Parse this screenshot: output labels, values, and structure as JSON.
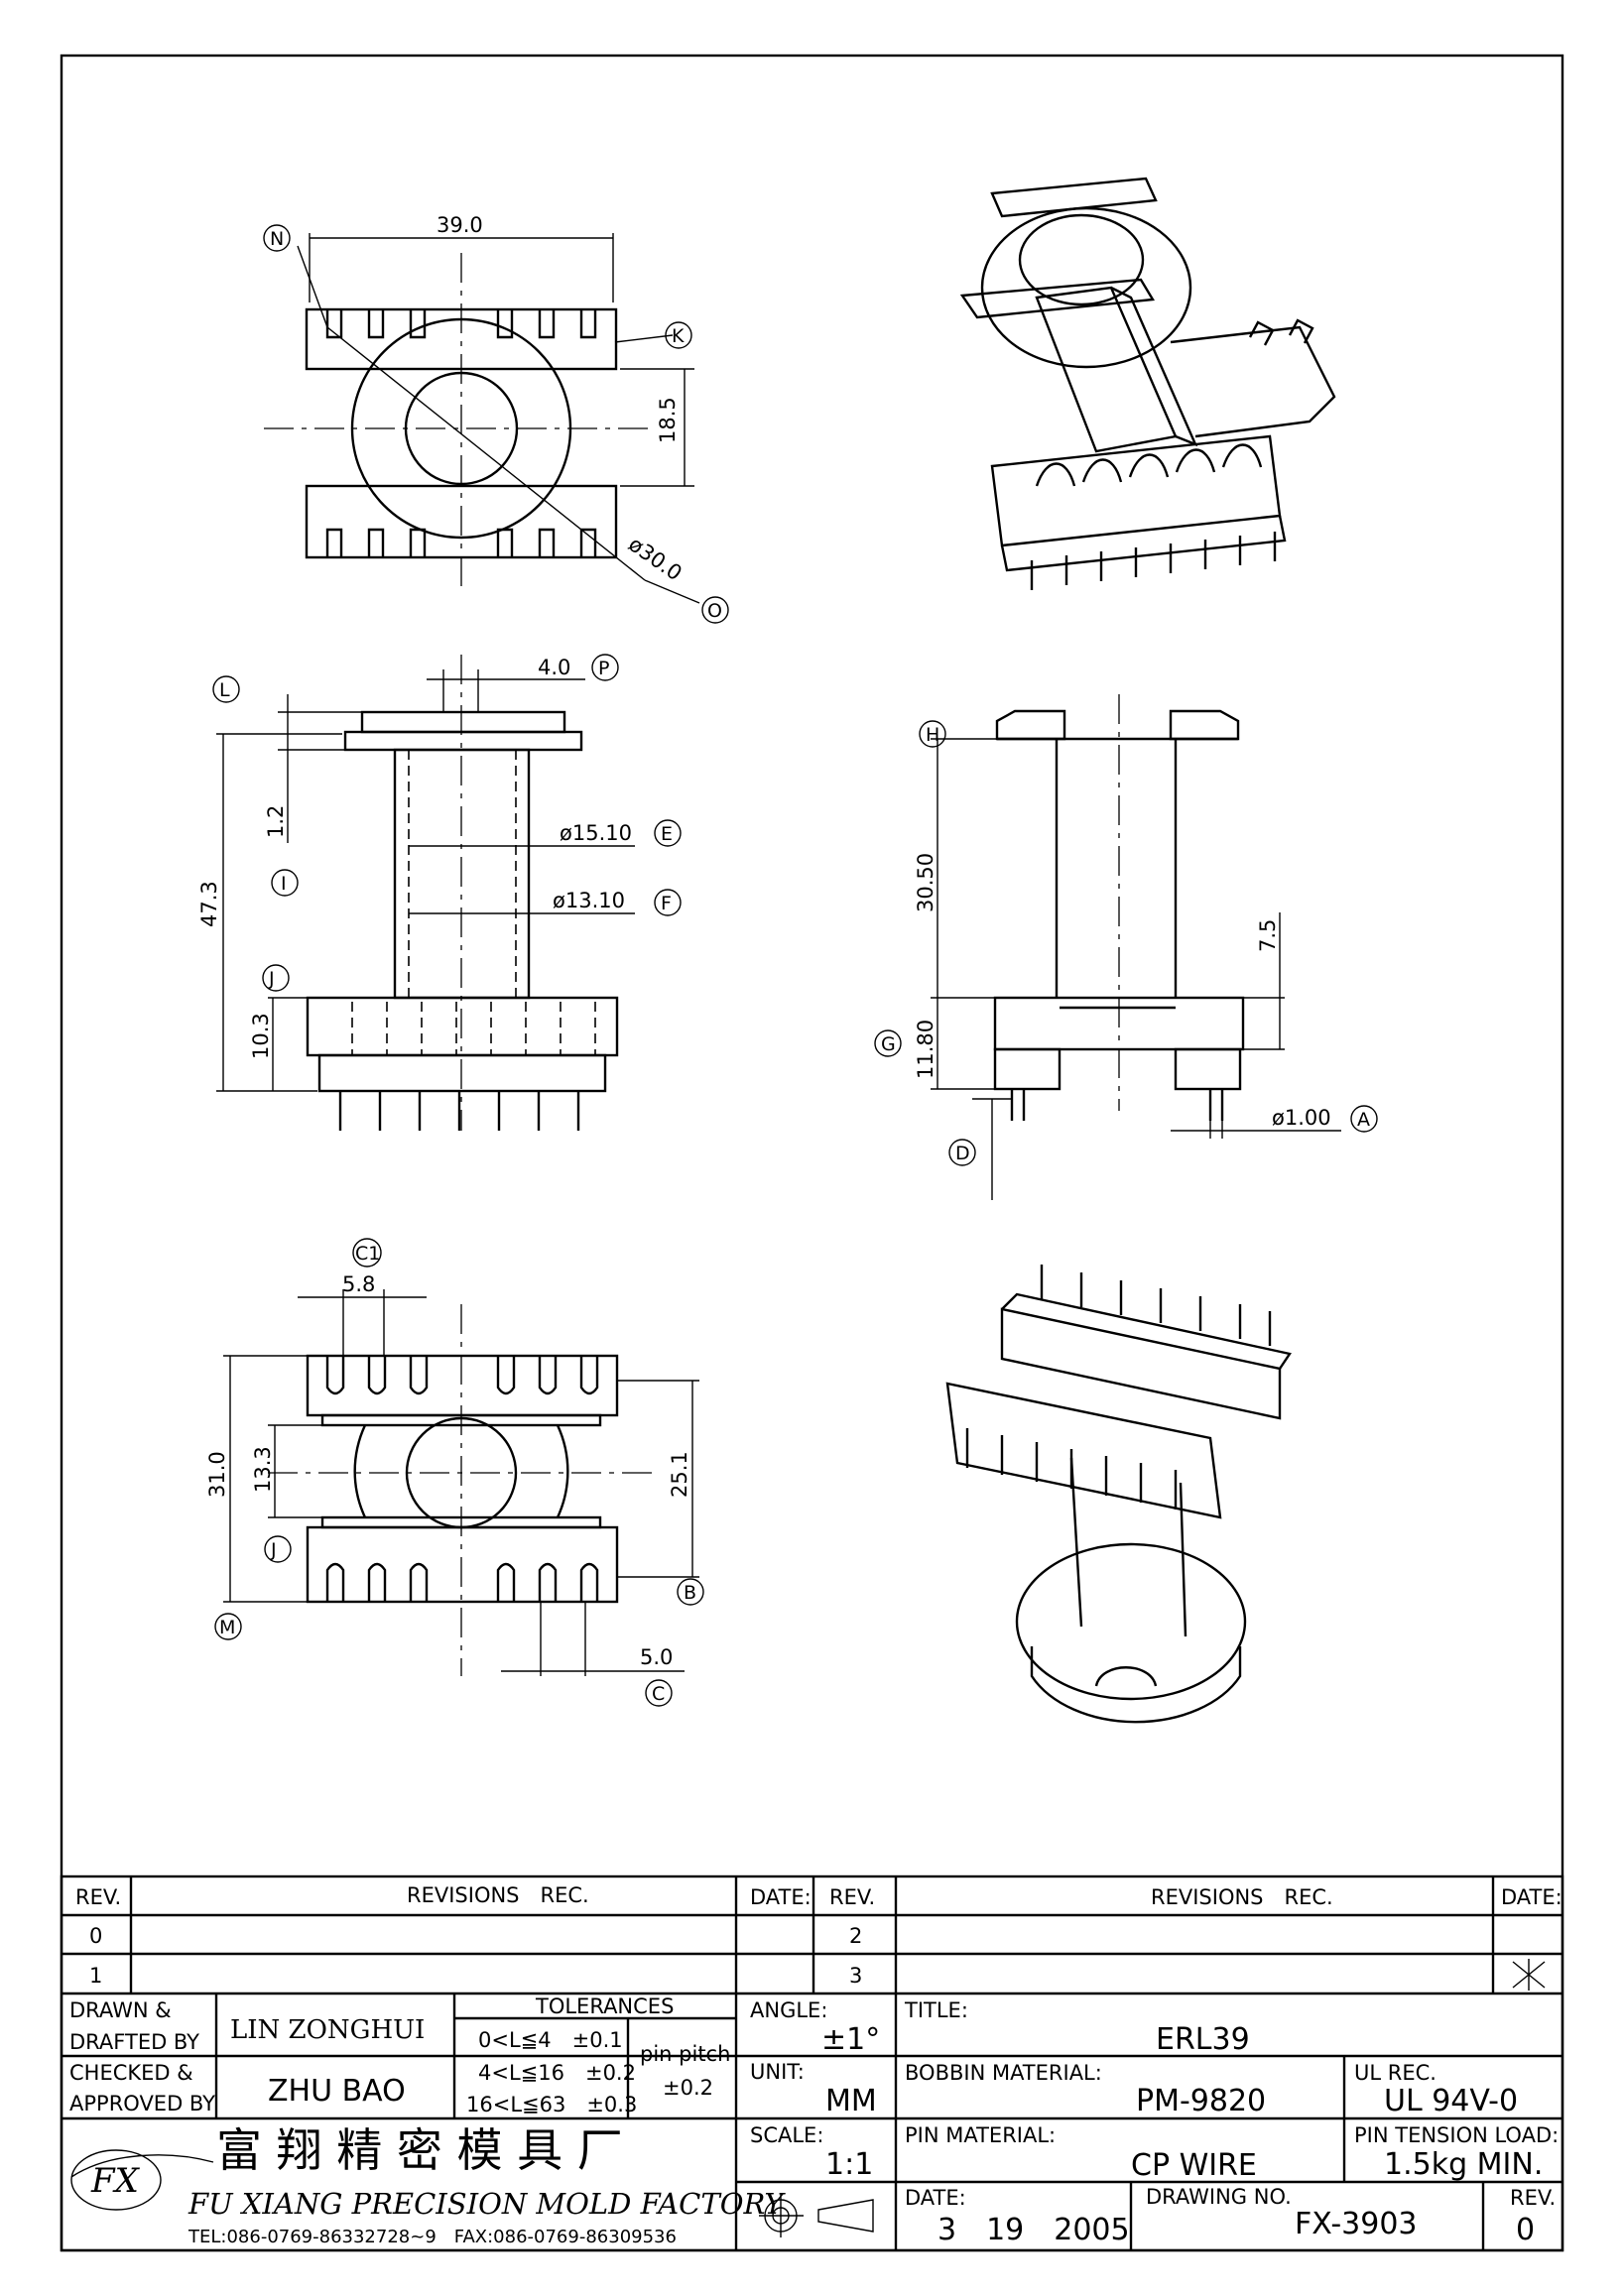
{
  "views": {
    "top": {
      "width": "39.0",
      "height": "18.5",
      "diameter": "ø30.0",
      "callouts": [
        "N",
        "K",
        "O"
      ]
    },
    "front": {
      "flange_width": "4.0",
      "total_height": "47.3",
      "flange_thickness": "1.2",
      "outer_diameter": "ø15.10",
      "inner_diameter": "ø13.10",
      "base_height": "10.3",
      "callouts": [
        "L",
        "P",
        "I",
        "E",
        "F",
        "J"
      ]
    },
    "side": {
      "winding_height": "30.50",
      "pin_length": "7.5",
      "base_height": "11.80",
      "pin_diameter": "ø1.00",
      "callouts": [
        "H",
        "G",
        "D",
        "A"
      ]
    },
    "bottom": {
      "slot_width": "5.8",
      "total_height": "31.0",
      "inner_height": "13.3",
      "outer_height": "25.1",
      "pin_pitch": "5.0",
      "callouts": [
        "C1",
        "J",
        "M",
        "B",
        "C"
      ]
    }
  },
  "title_block": {
    "rev_header": "REV.",
    "revisions_header": "REVISIONS　REC.",
    "date_header": "DATE:",
    "rev_rows_left": [
      "0",
      "1"
    ],
    "rev_rows_right": [
      "2",
      "3"
    ],
    "drawn_label_1": "DRAWN &",
    "drawn_label_2": "DRAFTED BY",
    "drawn_value": "LIN ZONGHUI",
    "checked_label_1": "CHECKED &",
    "checked_label_2": "APPROVED BY",
    "checked_value": "ZHU BAO",
    "tolerances_header": "TOLERANCES",
    "tolerance_rows": [
      "0<L≦4　±0.1",
      "4<L≦16　±0.2",
      "16<L≦63　±0.3"
    ],
    "pin_pitch_label": "pin pitch",
    "pin_pitch_value": "±0.2",
    "angle_label": "ANGLE:",
    "angle_value": "±1°",
    "unit_label": "UNIT:",
    "unit_value": "MM",
    "scale_label": "SCALE:",
    "scale_value": "1:1",
    "title_label": "TITLE:",
    "title_value": "ERL39",
    "bobbin_label": "BOBBIN MATERIAL:",
    "bobbin_value": "PM-9820",
    "ul_label": "UL REC.",
    "ul_value": "UL 94V-0",
    "pin_material_label": "PIN MATERIAL:",
    "pin_material_value": "CP WIRE",
    "pin_tension_label": "PIN TENSION LOAD:",
    "pin_tension_value": "1.5kg MIN.",
    "date_label": "DATE:",
    "date_value": "3　19　2005",
    "drawing_no_label": "DRAWING NO.",
    "drawing_no_value": "FX-3903",
    "rev_label": "REV.",
    "rev_value": "0",
    "company_cn": "富 翔 精 密 模 具 厂",
    "company_en": "FU XIANG PRECISION MOLD FACTORY",
    "company_contact": "TEL:086-0769-86332728~9　FAX:086-0769-86309536",
    "logo_text": "FX"
  }
}
